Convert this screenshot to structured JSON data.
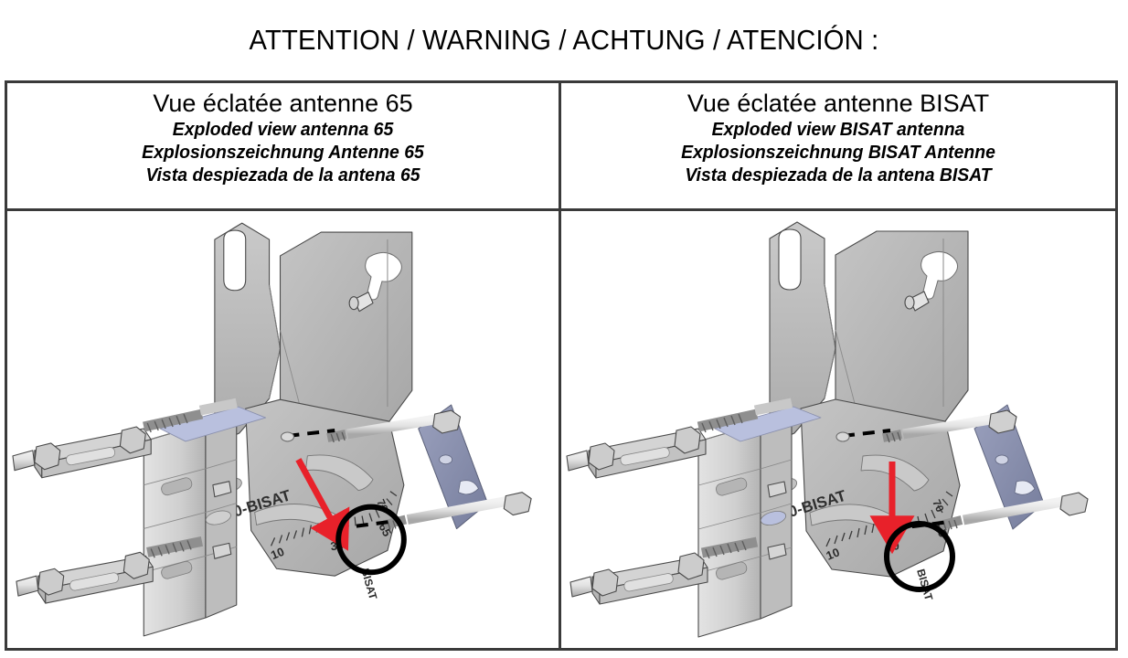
{
  "header": {
    "warning_title": "ATTENTION / WARNING / ACHTUNG / ATENCIÓN :"
  },
  "panels": [
    {
      "id": "antenna-65",
      "caption": {
        "fr": "Vue éclatée antenne 65",
        "en": "Exploded view antenna 65",
        "de": "Explosionszeichnung Antenne 65",
        "es": "Vista despiezada de la antena 65"
      },
      "figure": {
        "alt": "Exploded view of antenna 65 mounting bracket assembly",
        "scale_label": "65-70-BISAT",
        "scale_ticks": [
          "10",
          "30",
          "65"
        ],
        "circled_value": "65",
        "arrow_direction": "diagonal",
        "arrow_color": "#e8212a"
      }
    },
    {
      "id": "antenna-bisat",
      "caption": {
        "fr": "Vue éclatée antenne BISAT",
        "en": "Exploded view BISAT antenna",
        "de": "Explosionszeichnung BISAT Antenne",
        "es": "Vista despiezada de la antena BISAT"
      },
      "figure": {
        "alt": "Exploded view of BISAT antenna mounting bracket assembly",
        "scale_label": "65-70-BISAT",
        "scale_ticks": [
          "10",
          "30",
          "65"
        ],
        "circled_value": "BISAT",
        "arrow_direction": "vertical",
        "arrow_color": "#e8212a"
      }
    }
  ],
  "colors": {
    "border": "#3a3a3a",
    "arrow_red": "#e8212a",
    "plate_gray": "#b3b3b3",
    "plate_gray_light": "#c9c9c9",
    "plate_gray_dark": "#9a9a9a",
    "metal_light": "#dcdcdc",
    "metal_mid": "#bdbdbd",
    "blue_bracket": "#8a90ad",
    "blue_tint": "#b9c0de",
    "outline": "#4a4a4a"
  }
}
